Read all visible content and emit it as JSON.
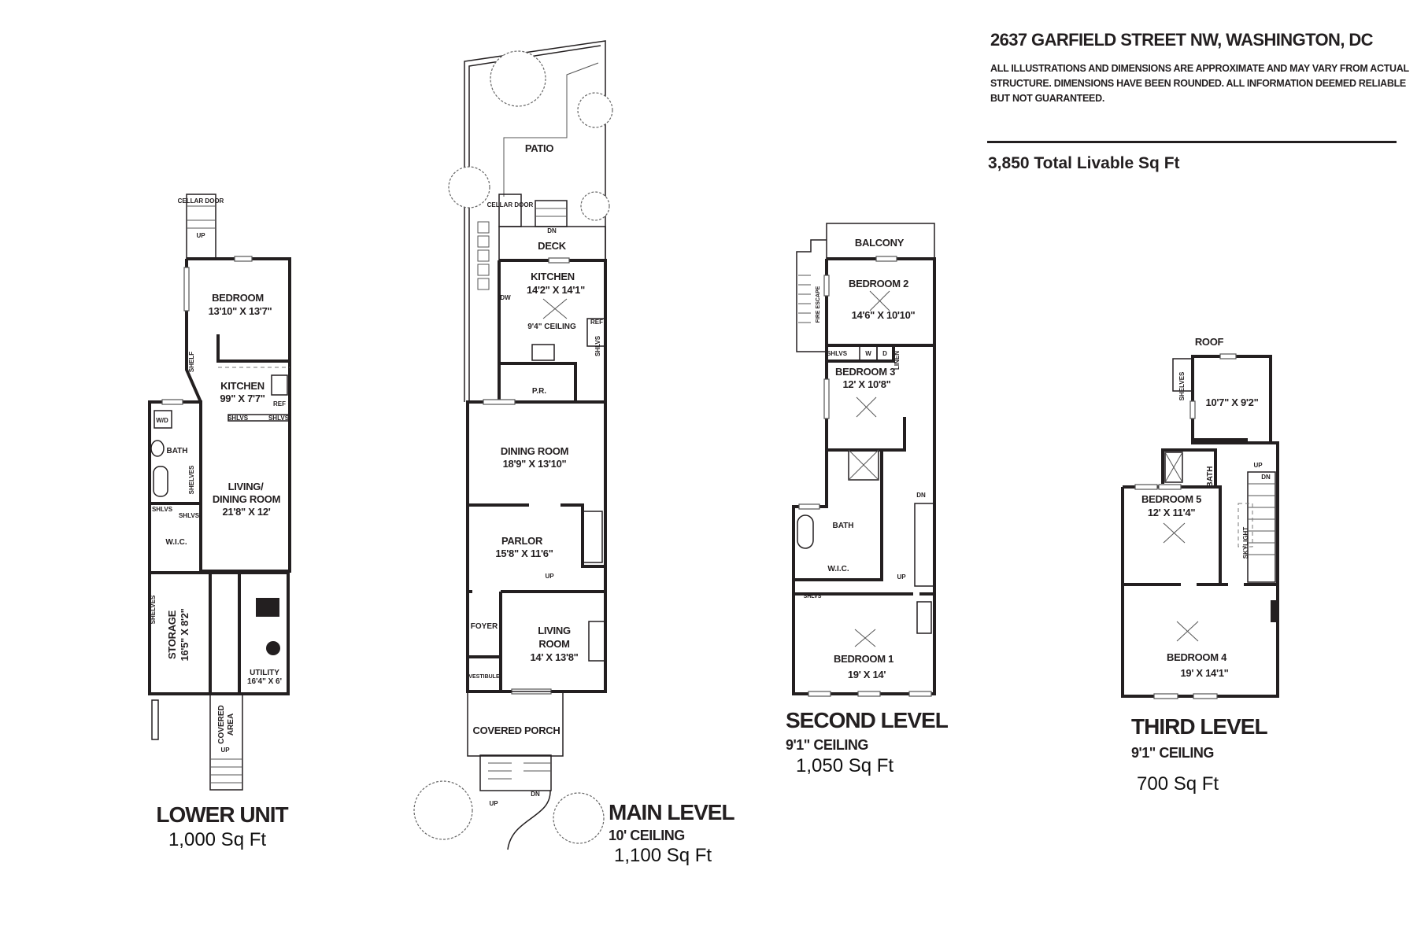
{
  "header": {
    "address": "2637 GARFIELD STREET NW, WASHINGTON, DC",
    "disclaimer": "ALL ILLUSTRATIONS AND DIMENSIONS ARE APPROXIMATE AND MAY VARY FROM ACTUAL STRUCTURE. DIMENSIONS HAVE BEEN ROUNDED. ALL INFORMATION DEEMED RELIABLE BUT NOT GUARANTEED.",
    "total": "3,850 Total Livable Sq Ft"
  },
  "lower": {
    "title": "LOWER UNIT",
    "sqft": "1,000 Sq Ft",
    "cellar_door": "CELLAR DOOR",
    "up1": "UP",
    "up2": "UP",
    "bedroom": "BEDROOM",
    "bedroom_dim": "13'10\" X 13'7\"",
    "kitchen": "KITCHEN",
    "kitchen_dim": "99\" X 7'7\"",
    "shelf": "SHELF",
    "ref": "REF",
    "shlvs1": "SHLVS",
    "shlvs2": "SHLVS",
    "wd": "W/D",
    "bath": "BATH",
    "shelves": "SHELVES",
    "living1": "LIVING/",
    "living2": "DINING ROOM",
    "living_dim": "21'8\" X 12'",
    "shlvs3": "SHLVS",
    "shlvs4": "SHLVS",
    "wic": "W.I.C.",
    "storage": "STORAGE",
    "storage_dim": "16'5\" X 8'2\"",
    "shelves2": "SHELVES",
    "utility": "UTILITY",
    "utility_dim": "16'4\" X 6'",
    "covered1": "COVERED",
    "covered2": "AREA"
  },
  "main": {
    "title": "MAIN LEVEL",
    "ceiling": "10' CEILING",
    "sqft": "1,100 Sq Ft",
    "patio": "PATIO",
    "cellar_door": "CELLAR DOOR",
    "dn": "DN",
    "deck": "DECK",
    "kitchen": "KITCHEN",
    "kitchen_dim": "14'2\" X 14'1\"",
    "kitchen_ceiling": "9'4\" CEILING",
    "dw": "DW",
    "ref": "REF",
    "shlvs": "SHLVS",
    "pr": "P.R.",
    "dining": "DINING ROOM",
    "dining_dim": "18'9\" X 13'10\"",
    "parlor": "PARLOR",
    "parlor_dim": "15'8\" X 11'6\"",
    "up": "UP",
    "foyer": "FOYER",
    "living1": "LIVING",
    "living2": "ROOM",
    "living_dim": "14' X 13'8\"",
    "vestibule": "VESTIBULE",
    "porch": "COVERED PORCH",
    "porch_up": "UP",
    "porch_dn": "DN"
  },
  "second": {
    "title": "SECOND LEVEL",
    "ceiling": "9'1\" CEILING",
    "sqft": "1,050 Sq Ft",
    "balcony": "BALCONY",
    "bedroom2": "BEDROOM 2",
    "bedroom2_dim": "14'6\" X 10'10\"",
    "fire_escape": "FIRE ESCAPE",
    "shlvs": "SHLVS",
    "w": "W",
    "d": "D",
    "linen": "LINEN",
    "bedroom3": "BEDROOM 3",
    "bedroom3_dim": "12' X 10'8\"",
    "bath": "BATH",
    "wic": "W.I.C.",
    "shlvs2": "SHLVS",
    "dn": "DN",
    "up": "UP",
    "bedroom1": "BEDROOM 1",
    "bedroom1_dim": "19' X 14'"
  },
  "third": {
    "title": "THIRD LEVEL",
    "ceiling": "9'1\" CEILING",
    "sqft": "700 Sq Ft",
    "roof": "ROOF",
    "shelves": "SHELVES",
    "room_dim": "10'7\" X 9'2\"",
    "up": "UP",
    "dn": "DN",
    "bath": "BATH",
    "skylight": "SKYLIGHT",
    "bedroom5": "BEDROOM 5",
    "bedroom5_dim": "12' X 11'4\"",
    "bedroom4": "BEDROOM 4",
    "bedroom4_dim": "19' X 14'1\""
  }
}
